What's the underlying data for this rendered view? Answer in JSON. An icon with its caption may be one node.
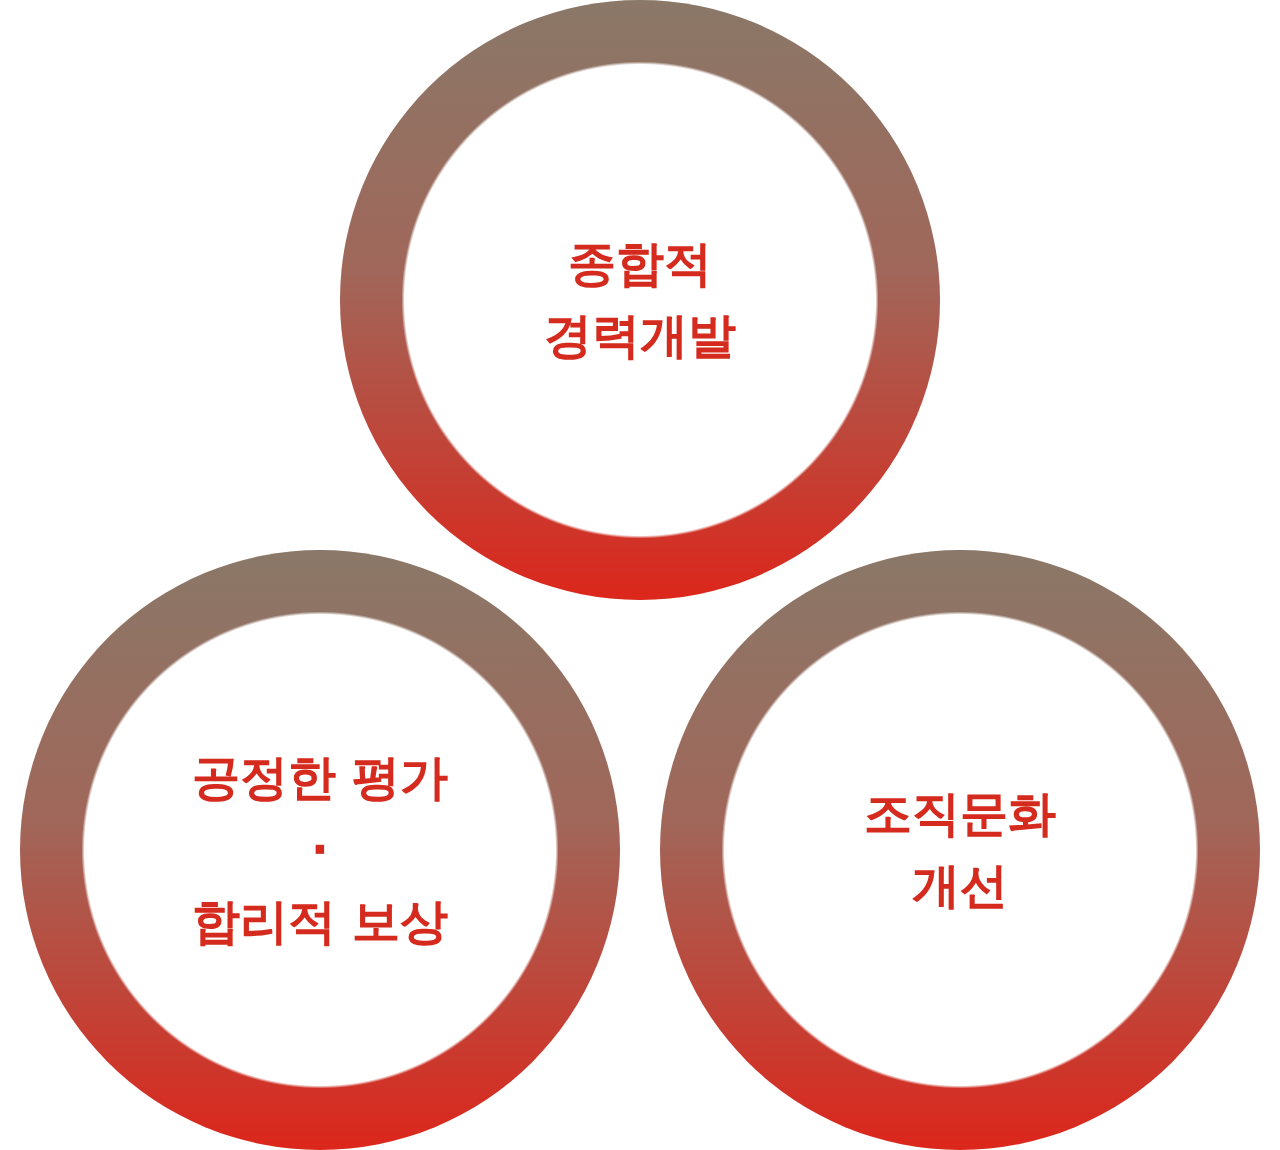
{
  "diagram": {
    "nodes": [
      {
        "text": [
          "종합적 경력개발"
        ]
      },
      {
        "text": [
          "공정한 평가 · 합리적 보상"
        ]
      },
      {
        "text": [
          "조직문화 개선"
        ]
      }
    ]
  }
}
